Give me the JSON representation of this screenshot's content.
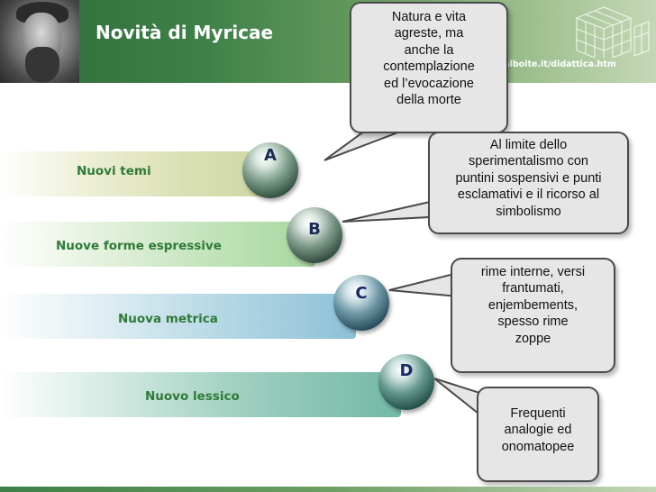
{
  "header": {
    "title": "Novità di Myricae",
    "url": "valboite.it/didattica.htm"
  },
  "rows": [
    {
      "letter": "A",
      "label": "Nuovi temi"
    },
    {
      "letter": "B",
      "label": "Nuove forme espressive"
    },
    {
      "letter": "C",
      "label": "Nuova metrica"
    },
    {
      "letter": "D",
      "label": "Nuovo lessico"
    }
  ],
  "callouts": [
    {
      "lines": [
        "Natura e vita",
        "agreste, ma",
        "anche la",
        "contemplazione",
        "ed l’evocazione",
        "della morte"
      ]
    },
    {
      "lines": [
        "Al limite dello",
        "sperimentalismo con",
        "puntini sospensivi e punti",
        "esclamativi e il ricorso al",
        "simbolismo"
      ]
    },
    {
      "lines": [
        "rime interne, versi",
        "frantumati,",
        "enjembements,",
        "spesso rime",
        "zoppe"
      ]
    },
    {
      "lines": [
        "Frequenti",
        "analogie ed",
        "onomatopee"
      ]
    }
  ],
  "colors": {
    "header_green": "#3c8047",
    "label_green": "#2e7b37",
    "letter_navy": "#1a2a55",
    "callout_fill": "#e6e6e6"
  }
}
